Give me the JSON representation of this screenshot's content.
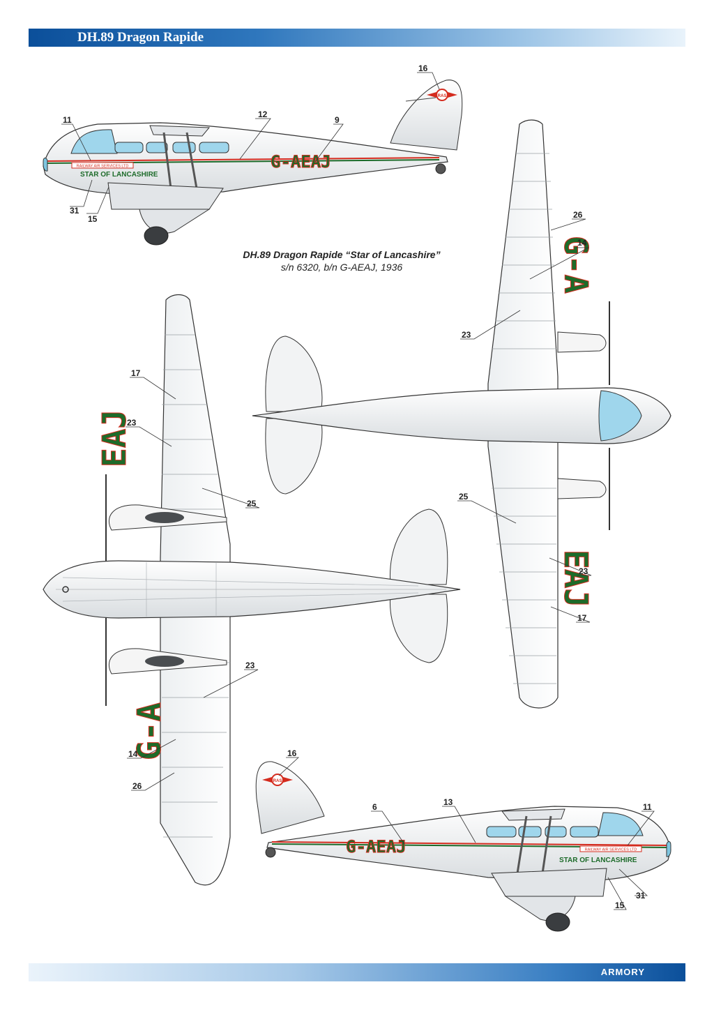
{
  "header": {
    "title": "DH.89 Dragon Rapide"
  },
  "footer": {
    "logo": "ARMORY"
  },
  "caption": {
    "title": "DH.89 Dragon Rapide “Star of Lancashire”",
    "subtitle": "s/n 6320, b/n G-AEAJ, 1936"
  },
  "markings": {
    "registration": "G-AEAJ",
    "wing_reg_left": "G-A",
    "wing_reg_right": "EAJ",
    "airline_banner": "RAILWAY AIR SERVICES LTD",
    "aircraft_name": "STAR OF LANCASHIRE",
    "tail_logo": "RAS"
  },
  "callouts": {
    "c16a": "16",
    "c11a": "11",
    "c12": "12",
    "c9": "9",
    "c31a": "31",
    "c15a": "15",
    "c26a": "26",
    "c14a": "14",
    "c23a": "23",
    "c25a": "25",
    "c23b": "23",
    "c17a": "17",
    "c17b": "17",
    "c23c": "23",
    "c25b": "25",
    "c23d": "23",
    "c14b": "14",
    "c26b": "26",
    "c16b": "16",
    "c6": "6",
    "c13": "13",
    "c11b": "11",
    "c31b": "31",
    "c15b": "15"
  },
  "colors": {
    "reg_green": "#1d6b2a",
    "reg_outline": "#d42b1e",
    "glazing": "#9fd6ec",
    "header_blue": "#0b4f9a"
  }
}
